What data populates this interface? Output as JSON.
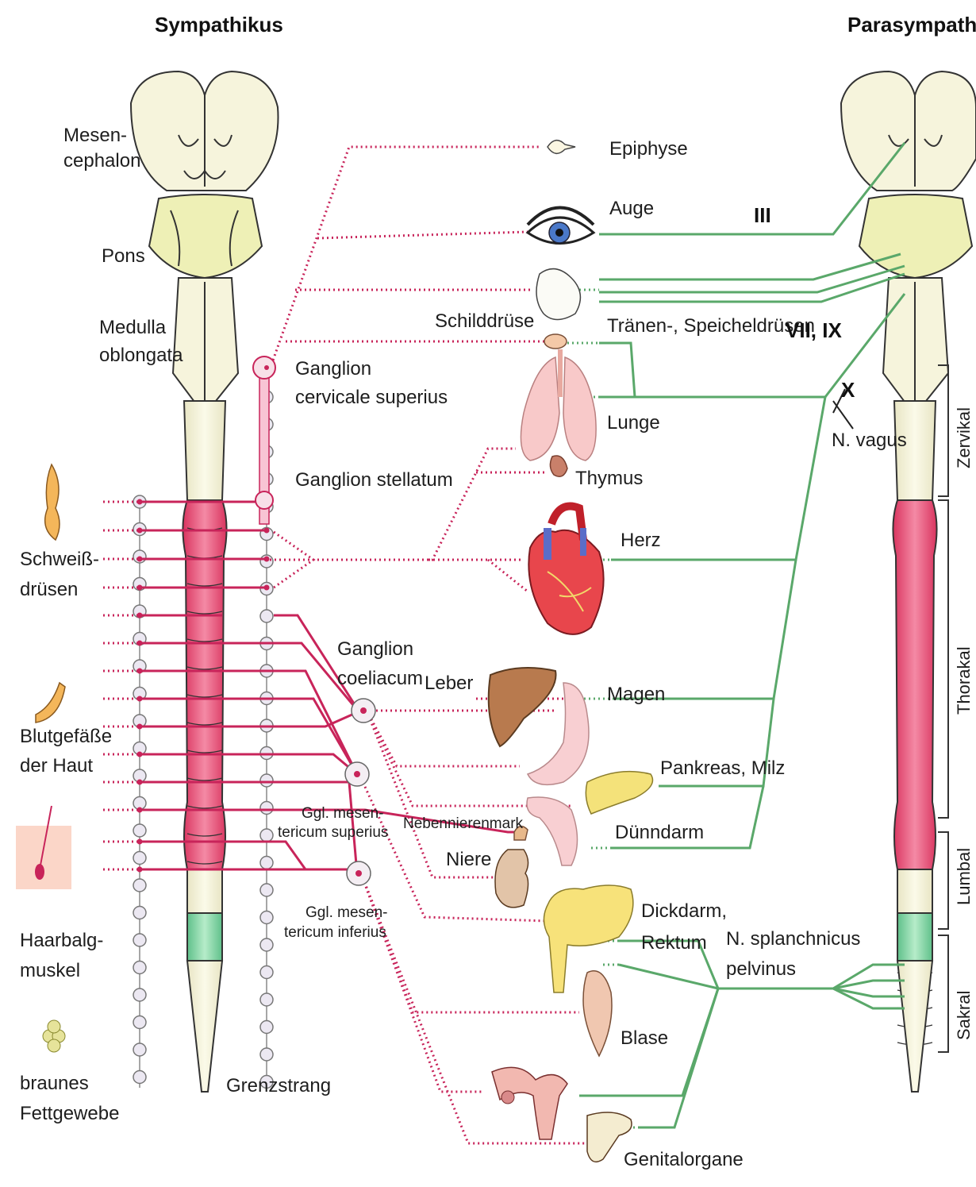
{
  "titles": {
    "left": "Sympathikus",
    "right": "Parasympathikus"
  },
  "brain_labels": {
    "mesencephalon_1": "Mesen-",
    "mesencephalon_2": "cephalon",
    "pons": "Pons",
    "medulla_1": "Medulla",
    "medulla_2": "oblongata"
  },
  "ganglia": {
    "cervicale_1": "Ganglion",
    "cervicale_2": "cervicale superius",
    "stellatum": "Ganglion stellatum",
    "coeliacum_1": "Ganglion",
    "coeliacum_2": "coeliacum",
    "mes_sup_1": "Ggl. mesen-",
    "mes_sup_2": "tericum superius",
    "mes_inf_1": "Ggl. mesen-",
    "mes_inf_2": "tericum inferius",
    "grenzstrang": "Grenzstrang"
  },
  "skin_targets": {
    "schweiss_1": "Schweiß-",
    "schweiss_2": "drüsen",
    "blut_1": "Blutgefäße",
    "blut_2": "der Haut",
    "haar_1": "Haarbalg-",
    "haar_2": "muskel",
    "fett_1": "braunes",
    "fett_2": "Fettgewebe"
  },
  "organs": {
    "epiphyse": "Epiphyse",
    "auge": "Auge",
    "schilddruese": "Schilddrüse",
    "traenen": "Tränen-, Speicheldrüsen",
    "lunge": "Lunge",
    "thymus": "Thymus",
    "herz": "Herz",
    "leber": "Leber",
    "magen": "Magen",
    "pankreas": "Pankreas, Milz",
    "nebennierenmark": "Nebennierenmark",
    "duenndarm": "Dünndarm",
    "niere": "Niere",
    "dickdarm_1": "Dickdarm,",
    "dickdarm_2": "Rektum",
    "blase": "Blase",
    "genital": "Genitalorgane"
  },
  "nerves": {
    "n3": "III",
    "n7_9": "VII, IX",
    "n10": "X",
    "vagus": "N. vagus",
    "splanch_1": "N. splanchnicus",
    "splanch_2": "pelvinus"
  },
  "segments": {
    "zervikal": "Zervikal",
    "thorakal": "Thorakal",
    "lumbal": "Lumbal",
    "sakral": "Sakral"
  },
  "colors": {
    "sympathetic": "#c8245a",
    "parasympathetic": "#5aa86a",
    "thoracolumbar": "#e8577f",
    "sacral": "#7fd3a0"
  }
}
